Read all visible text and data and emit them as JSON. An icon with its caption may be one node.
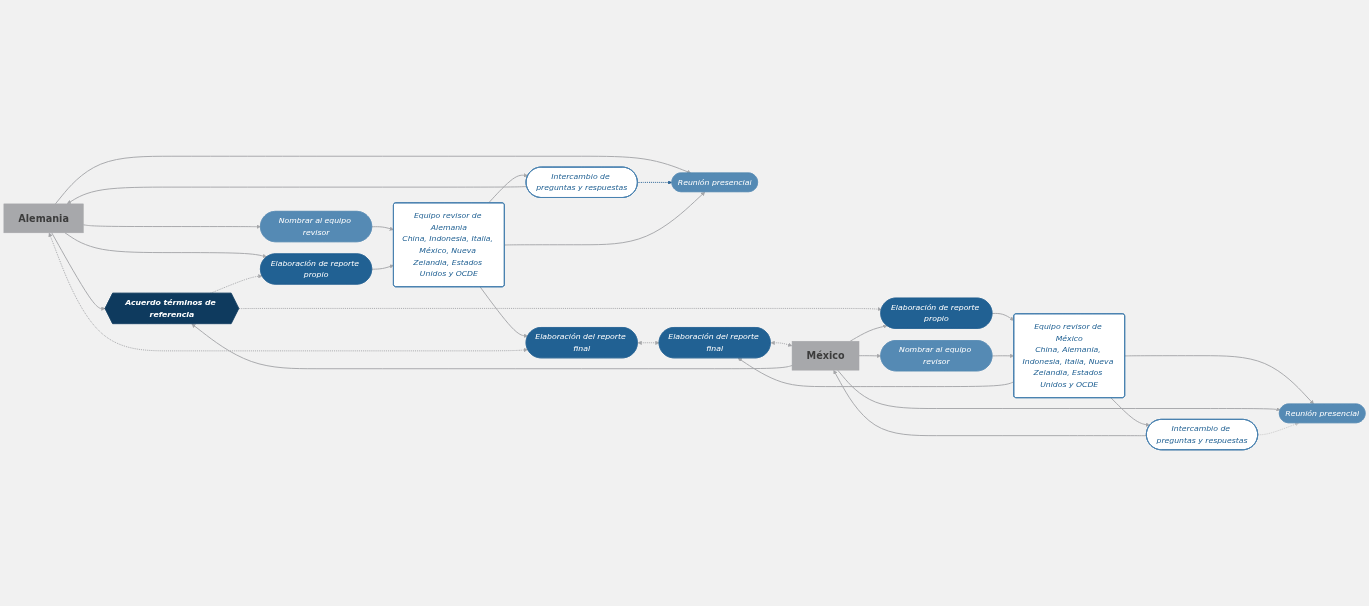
{
  "diagram": {
    "nodes": [
      {
        "text": [
          "Alemania"
        ]
      },
      {
        "text": [
          "Nombrar al equipo revisor"
        ]
      },
      {
        "text": [
          "Intercambio de preguntas y respuestas"
        ]
      },
      {
        "text": [
          "Reunión presencial"
        ]
      },
      {
        "text": [
          "Elaboración del reporte final"
        ]
      },
      {
        "text": [
          "Elaboración de reporte propio"
        ]
      },
      {
        "text": [
          "Equipo revisor de Alemania",
          "China, Indonesia, Italia, México, Nueva Zelandia, Estados Unidos y OCDE"
        ]
      },
      {
        "text": [
          "Acuerdo términos de referencia"
        ]
      },
      {
        "text": [
          "Elaboración de reporte propio"
        ]
      },
      {
        "text": [
          "Equipo revisor de México",
          "China, Alemania, Indonesia, Italia, Nueva Zelandia, Estados Unidos y OCDE"
        ]
      },
      {
        "text": [
          "Elaboración del reporte final"
        ]
      },
      {
        "text": [
          "Nombrar al equipo revisor"
        ]
      },
      {
        "text": [
          "Intercambio de preguntas y respuestas"
        ]
      },
      {
        "text": [
          "Reunión presencial"
        ]
      },
      {
        "text": [
          "México"
        ]
      }
    ],
    "edges": [
      {
        "from": 0,
        "to": 7,
        "arrow": "to"
      },
      {
        "from": 14,
        "to": 7,
        "arrow": "to"
      },
      {
        "from": 0,
        "to": 5,
        "arrow": "to"
      },
      {
        "from": 0,
        "to": 1,
        "arrow": "to"
      },
      {
        "from": 1,
        "to": 6,
        "arrow": "to"
      },
      {
        "from": 5,
        "to": 6,
        "arrow": "to"
      },
      {
        "from": 7,
        "to": 5,
        "arrow": "to",
        "style": "dashed"
      },
      {
        "from": 7,
        "to": 8,
        "arrow": "to",
        "style": "dashed"
      },
      {
        "from": 6,
        "to": 2,
        "arrow": "to"
      },
      {
        "from": 2,
        "to": 0,
        "arrow": "to"
      },
      {
        "from": 0,
        "to": 3,
        "arrow": "to"
      },
      {
        "from": 2,
        "to": 3,
        "arrow": "to",
        "style": "dashed",
        "color": "#2a6496"
      },
      {
        "from": 6,
        "to": 3,
        "arrow": "to"
      },
      {
        "from": 6,
        "to": 4,
        "arrow": "to"
      },
      {
        "from": 4,
        "to": 0,
        "arrow": "both",
        "style": "dashed"
      },
      {
        "from": 4,
        "to": 10,
        "arrow": "both",
        "style": "dashed"
      },
      {
        "from": 10,
        "to": 14,
        "arrow": "both",
        "style": "dashed"
      },
      {
        "from": 8,
        "to": 9,
        "arrow": "to"
      },
      {
        "from": 11,
        "to": 9,
        "arrow": "to"
      },
      {
        "from": 14,
        "to": 11,
        "arrow": "to"
      },
      {
        "from": 14,
        "to": 8,
        "arrow": "to"
      },
      {
        "from": 9,
        "to": 12,
        "arrow": "to"
      },
      {
        "from": 12,
        "to": 14,
        "arrow": "to"
      },
      {
        "from": 9,
        "to": 13,
        "arrow": "to"
      },
      {
        "from": 14,
        "to": 13,
        "arrow": "to"
      },
      {
        "from": 12,
        "to": 13,
        "arrow": "to",
        "style": "dashed",
        "color": "#c8c8c8"
      },
      {
        "from": 9,
        "to": 10,
        "arrow": "to"
      }
    ]
  }
}
